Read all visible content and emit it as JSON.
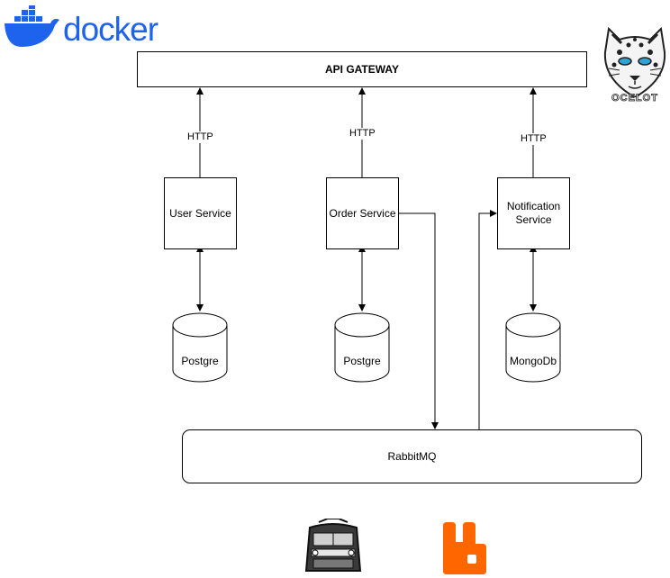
{
  "logos": {
    "docker": {
      "text": "docker",
      "color": "#1d63ed",
      "icon": "docker-whale-icon"
    },
    "ocelot": {
      "text": "OCELOT",
      "icon": "ocelot-cat-icon"
    },
    "masstransit": {
      "icon": "masstransit-truck-icon"
    },
    "rabbitmq": {
      "icon": "rabbitmq-icon",
      "color": "#ff6600"
    }
  },
  "gateway": {
    "label": "API GATEWAY"
  },
  "services": {
    "user": {
      "label": "User Service"
    },
    "order": {
      "label": "Order Service"
    },
    "notification": {
      "label": "Notification Service"
    }
  },
  "http_labels": {
    "user": "HTTP",
    "order": "HTTP",
    "notification": "HTTP"
  },
  "databases": {
    "user": {
      "label": "Postgre"
    },
    "order": {
      "label": "Postgre"
    },
    "notification": {
      "label": "MongoDb"
    }
  },
  "broker": {
    "label": "RabbitMQ"
  }
}
